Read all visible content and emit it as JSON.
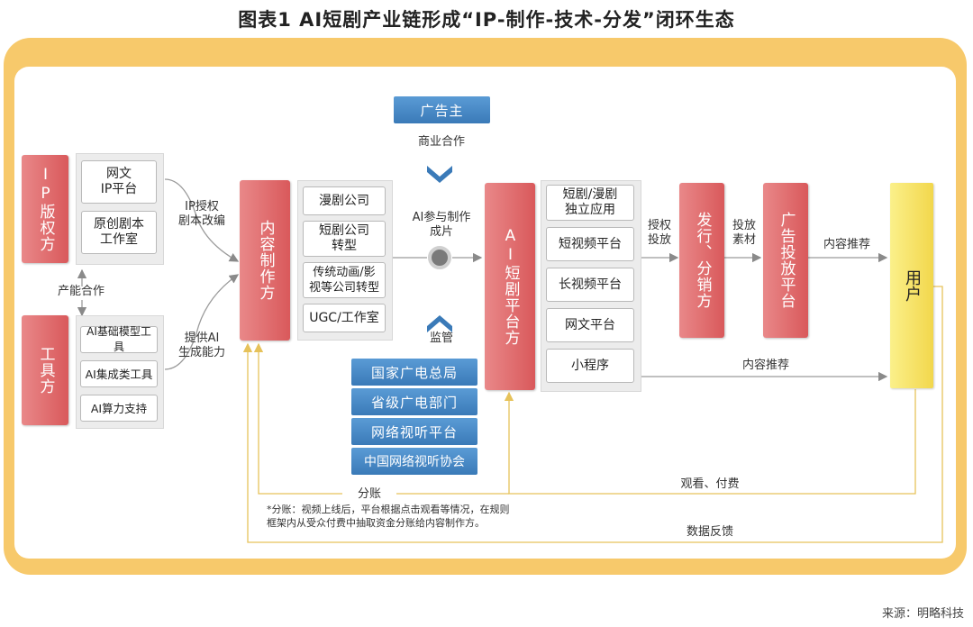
{
  "title": "图表1   AI短剧产业链形成“IP-制作-技术-分发”闭环生态",
  "left": {
    "ip_owner": "IP版权方",
    "tool_owner": "工具方",
    "ip_items": [
      "网文\nIP平台",
      "原创剧本\n工作室"
    ],
    "tool_items": [
      "AI基础模型工具",
      "AI集成类工具",
      "AI算力支持"
    ],
    "coop_label": "产能合作",
    "ip_arrow_label": "IP授权\n剧本改编",
    "tool_arrow_label": "提供AI\n生成能力"
  },
  "producer": {
    "title": "内容制作方",
    "items": [
      "漫剧公司",
      "短剧公司\n转型",
      "传统动画/影\n视等公司转型",
      "UGC/工作室"
    ]
  },
  "advertiser": {
    "label": "广告主",
    "relation": "商业合作"
  },
  "ai_label": "AI参与制作\n成片",
  "regulation": {
    "label": "监管",
    "items": [
      "国家广电总局",
      "省级广电部门",
      "网络视听平台",
      "中国网络视听协会"
    ]
  },
  "platform": {
    "title": "AI短剧平台方",
    "items": [
      "短剧/漫剧\n独立应用",
      "短视频平台",
      "长视频平台",
      "网文平台",
      "小程序"
    ]
  },
  "license_label": "授权\n投放",
  "distributor": "发行、分销方",
  "material_label": "投放\n素材",
  "ad_platform": "广告投放平台",
  "recommend_label": "内容推荐",
  "recommend_label2": "内容推荐",
  "user": "用户",
  "bottom": {
    "share_label": "分账",
    "watch_pay_label": "观看、付费",
    "feedback_label": "数据反馈",
    "note": "*分账：视频上线后，平台根据点击观看等情况，在规则\n框架内从受众付费中抽取资金分账给内容制作方。"
  },
  "source": "来源：明略科技"
}
